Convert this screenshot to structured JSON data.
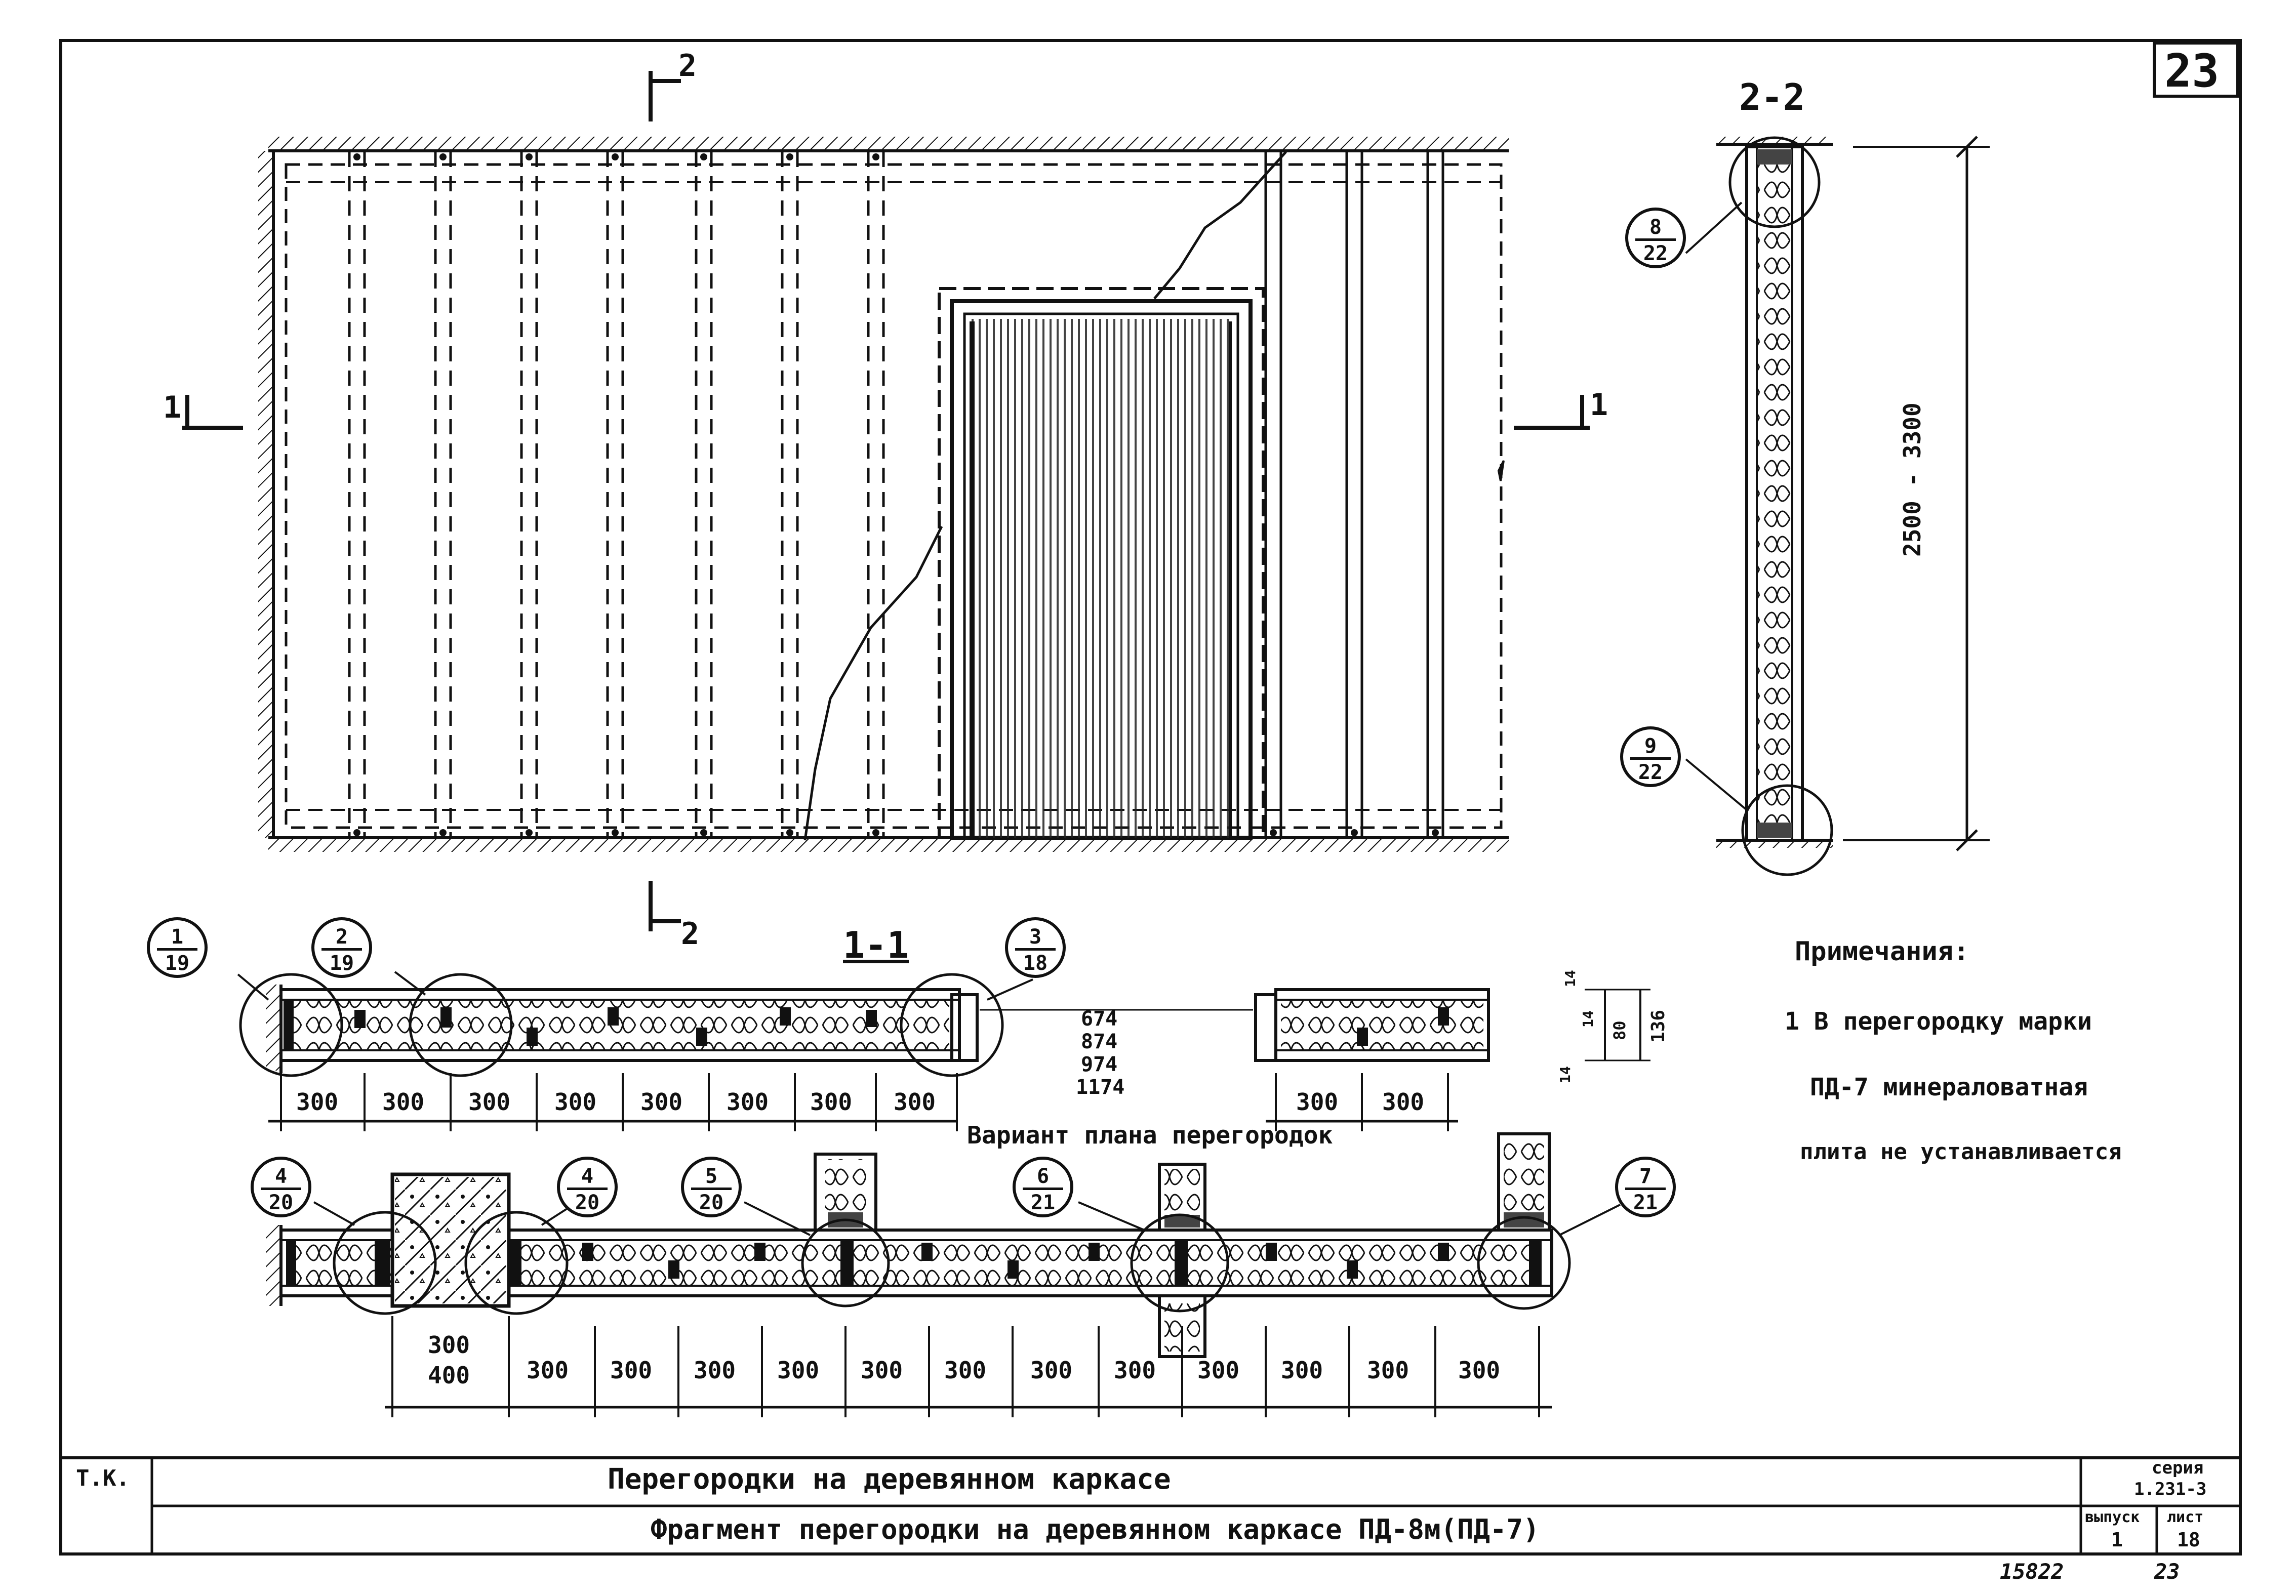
{
  "sheet": {
    "number": "23",
    "stamp": "15822",
    "page": "23"
  },
  "sections": {
    "cut_1_left": "1",
    "cut_1_right": "1",
    "cut_2_top": "2",
    "cut_2_bottom": "2",
    "section_1_1": "1-1",
    "section_2_2": "2-2"
  },
  "callouts": [
    {
      "id": "c-1-19",
      "top": "1",
      "bottom": "19"
    },
    {
      "id": "c-2-19",
      "top": "2",
      "bottom": "19"
    },
    {
      "id": "c-3-18",
      "top": "3",
      "bottom": "18"
    },
    {
      "id": "c-8-22",
      "top": "8",
      "bottom": "22"
    },
    {
      "id": "c-9-22",
      "top": "9",
      "bottom": "22"
    },
    {
      "id": "c-4-20a",
      "top": "4",
      "bottom": "20"
    },
    {
      "id": "c-4-20b",
      "top": "4",
      "bottom": "20"
    },
    {
      "id": "c-5-20",
      "top": "5",
      "bottom": "20"
    },
    {
      "id": "c-6-21",
      "top": "6",
      "bottom": "21"
    },
    {
      "id": "c-7-21",
      "top": "7",
      "bottom": "21"
    }
  ],
  "dimensions": {
    "height_range": "2500 - 3300",
    "door_widths": [
      "674",
      "874",
      "974",
      "1174"
    ],
    "section_1_1_spacing": [
      "300",
      "300",
      "300",
      "300",
      "300",
      "300",
      "300",
      "300"
    ],
    "section_1_1_right_spacing": [
      "300",
      "300"
    ],
    "thickness_total": "136",
    "thickness_core": "80",
    "thickness_skin_a": "14",
    "thickness_skin_b": "14",
    "thickness_skin_c": "14",
    "plan_first": "300",
    "plan_first_alt": "400",
    "plan_spacing": [
      "300",
      "300",
      "300",
      "300",
      "300",
      "300",
      "300",
      "300",
      "300",
      "300",
      "300",
      "300"
    ]
  },
  "plan_title": "Вариант плана перегородок",
  "notes": {
    "heading": "Примечания:",
    "line1": "1 В перегородку марки",
    "line2": "ПД-7 минераловатная",
    "line3": "плита не устанавливается"
  },
  "title_block": {
    "left_code": "Т.К.",
    "title_main": "Перегородки на деревянном каркасе",
    "title_sub": "Фрагмент перегородки на деревянном каркасе ПД-8м(ПД-7)",
    "series_label": "серия",
    "series_value": "1.231-3",
    "issue_label": "выпуск",
    "issue_value": "1",
    "sheet_label": "лист",
    "sheet_value": "18"
  }
}
